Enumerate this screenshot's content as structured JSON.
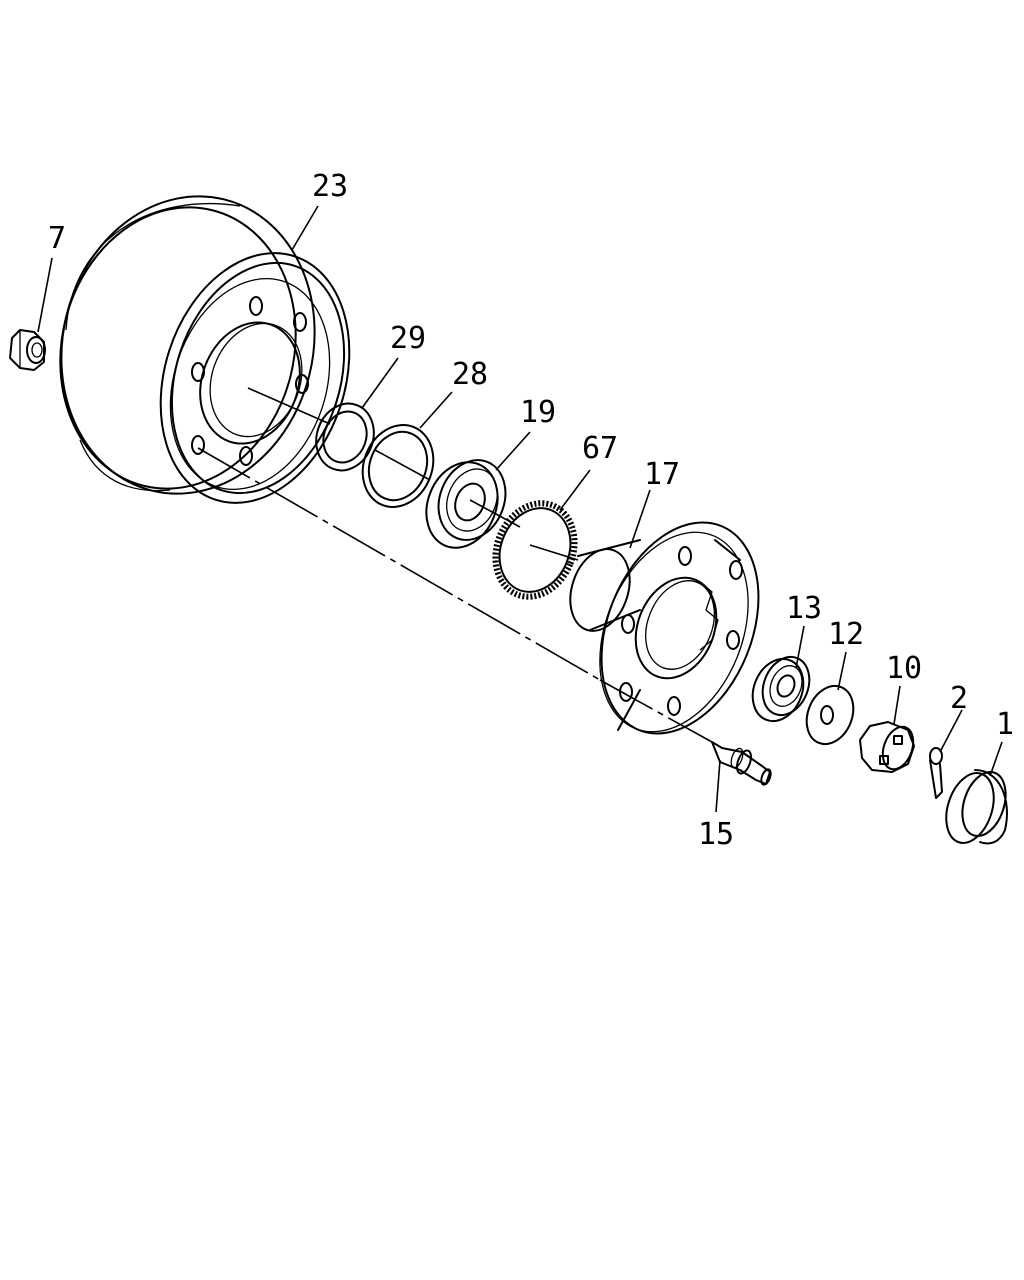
{
  "diagram": {
    "callouts": {
      "c23": "23",
      "c7": "7",
      "c29": "29",
      "c28": "28",
      "c19": "19",
      "c67": "67",
      "c17": "17",
      "c13": "13",
      "c12": "12",
      "c10": "10",
      "c2": "2",
      "c1": "1",
      "c15": "15"
    }
  }
}
